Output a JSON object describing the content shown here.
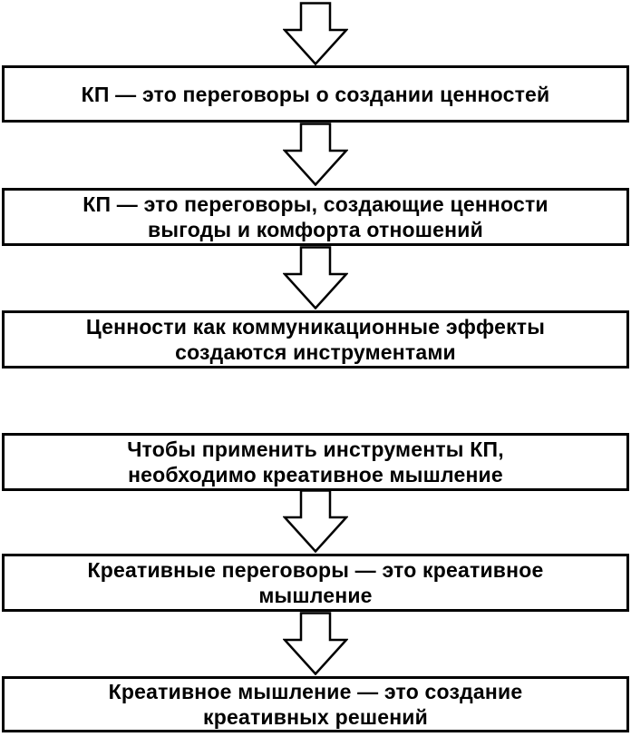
{
  "flowchart": {
    "title": "Creative negotiations concept flowchart",
    "colors": {
      "background": "#ffffff",
      "box_fill": "#ffffff",
      "box_border": "#000000",
      "text": "#000000",
      "arrow_fill": "#ffffff",
      "arrow_stroke": "#000000"
    },
    "arrow_icon": "down-arrow",
    "boxes": [
      {
        "text": "КП — это переговоры о создании ценностей"
      },
      {
        "text": "КП — это переговоры, создающие ценности\nвыгоды и комфорта отношений"
      },
      {
        "text": "Ценности как коммуникационные эффекты\nсоздаются инструментами"
      },
      {
        "text": "Чтобы применить инструменты КП,\nнеобходимо креативное мышление"
      },
      {
        "text": "Креативные переговоры — это креативное\nмышление"
      },
      {
        "text": "Креативное мышление — это создание\nкреативных решений"
      }
    ]
  }
}
